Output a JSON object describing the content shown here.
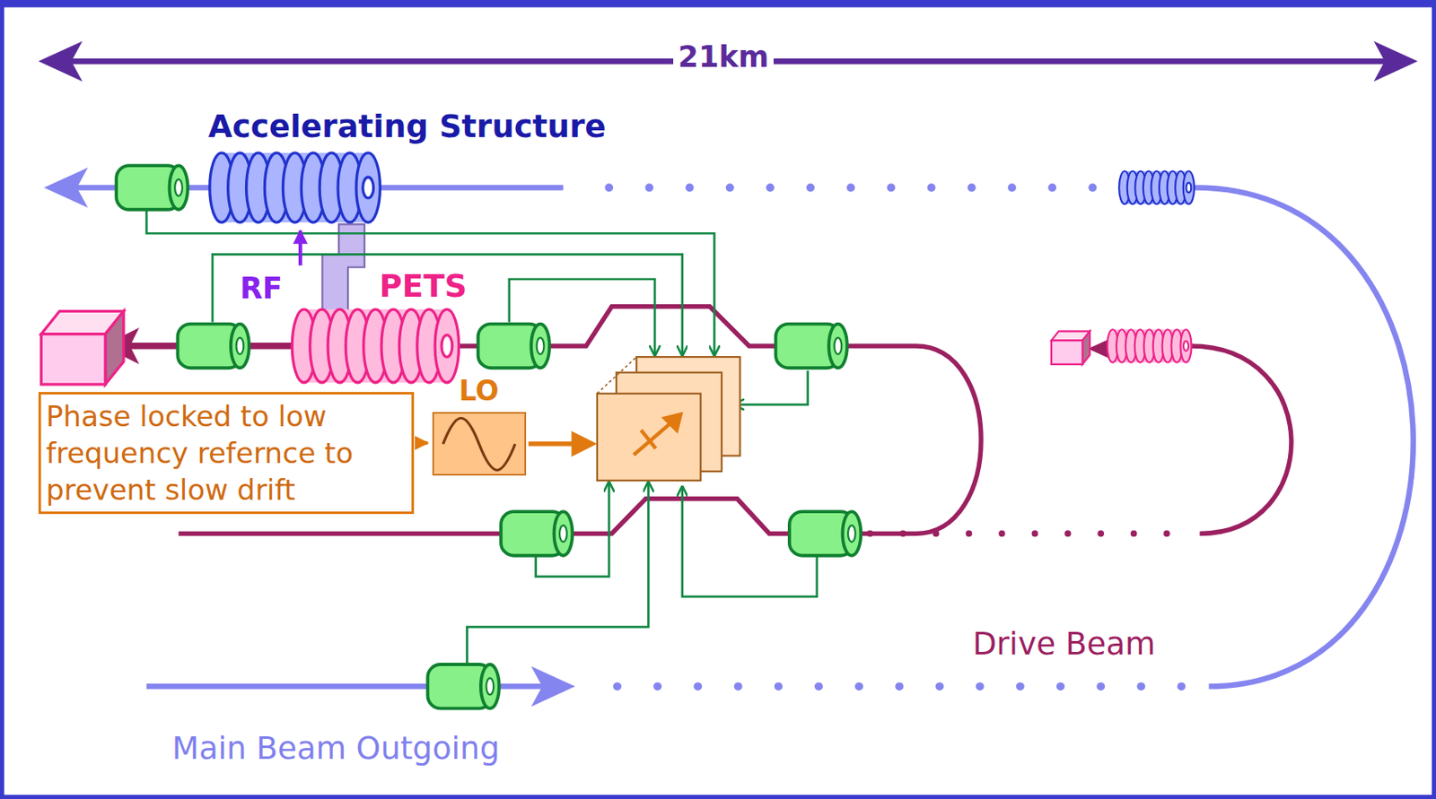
{
  "diagram": {
    "nodes": [
      {
        "text": [
          "Accelerating Structure"
        ]
      },
      {
        "text": [
          "PETS"
        ]
      },
      {
        "text": [
          "Phase locked to low frequency refernce to prevent slow drift"
        ]
      },
      {
        "text": [
          "LO"
        ]
      }
    ],
    "edges": [
      {
        "from": 1,
        "to": 0,
        "arrow": "to",
        "label": "RF"
      },
      {
        "from": 2,
        "to": 3,
        "arrow": "to"
      }
    ],
    "labels": [
      "21km",
      "Drive Beam",
      "Main Beam Outgoing"
    ]
  }
}
